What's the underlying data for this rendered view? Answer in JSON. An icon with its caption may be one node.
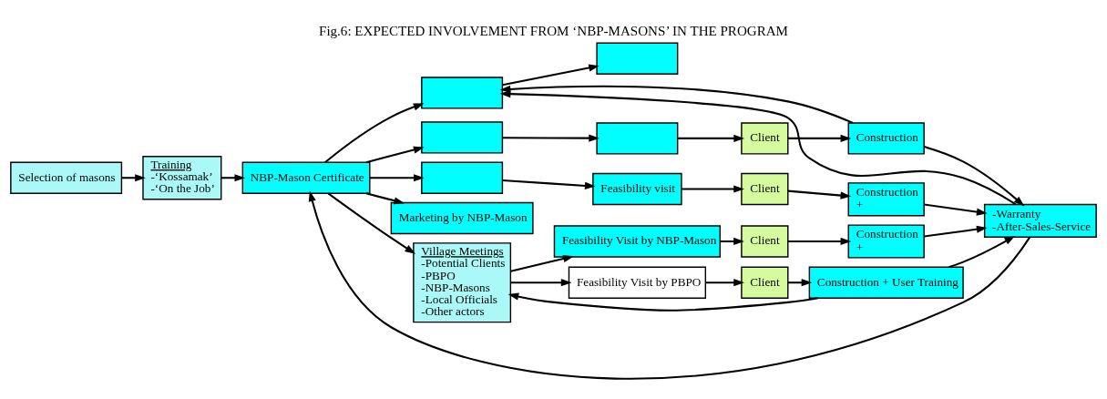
{
  "diagram": {
    "title": "Fig.6: EXPECTED INVOLVEMENT FROM ‘NBP-MASONS’ IN THE PROGRAM",
    "nodes": [
      {
        "text": [
          "Selection of masons"
        ]
      },
      {
        "text": [
          "Training",
          "-‘Kossamak’",
          "-‘On the Job’"
        ]
      },
      {
        "text": [
          "NBP-Mason Certificate"
        ]
      },
      {
        "text": [],
        "shape": "box"
      },
      {
        "text": [],
        "shape": "box"
      },
      {
        "text": [],
        "shape": "box"
      },
      {
        "text": [
          "Marketing by NBP-Mason"
        ]
      },
      {
        "text": [],
        "shape": "box"
      },
      {
        "text": [],
        "shape": "box"
      },
      {
        "text": [
          "Feasibility visit"
        ]
      },
      {
        "text": [
          "Village Meetings",
          "-Potential Clients",
          "-PBPO",
          "-NBP-Masons",
          "-Local Officials",
          "-Other actors"
        ]
      },
      {
        "text": [
          "Feasibility Visit by NBP-Mason"
        ]
      },
      {
        "text": [
          "Feasibility Visit by PBPO"
        ]
      },
      {
        "text": [
          "Client"
        ]
      },
      {
        "text": [
          "Client"
        ]
      },
      {
        "text": [
          "Client"
        ]
      },
      {
        "text": [
          "Client"
        ]
      },
      {
        "text": [
          "Construction"
        ]
      },
      {
        "text": [
          "Construction",
          "+"
        ]
      },
      {
        "text": [
          "Construction",
          "+"
        ]
      },
      {
        "text": [
          "Construction + User Training"
        ]
      },
      {
        "text": [
          "-Warranty",
          "-After-Sales-Service"
        ]
      }
    ],
    "edges": [
      {
        "from": 0,
        "to": 1,
        "arrow": "to"
      },
      {
        "from": 1,
        "to": 2,
        "arrow": "to"
      },
      {
        "from": 2,
        "to": 3,
        "arrow": "to"
      },
      {
        "from": 2,
        "to": 4,
        "arrow": "to"
      },
      {
        "from": 2,
        "to": 5,
        "arrow": "to"
      },
      {
        "from": 2,
        "to": 6,
        "arrow": "to"
      },
      {
        "from": 2,
        "to": 10,
        "arrow": "to"
      },
      {
        "from": 3,
        "to": 7,
        "arrow": "to"
      },
      {
        "from": 4,
        "to": 8,
        "arrow": "to"
      },
      {
        "from": 5,
        "to": 9,
        "arrow": "to"
      },
      {
        "from": 8,
        "to": 13,
        "arrow": "to"
      },
      {
        "from": 9,
        "to": 14,
        "arrow": "to"
      },
      {
        "from": 10,
        "to": 11,
        "arrow": "to"
      },
      {
        "from": 10,
        "to": 12,
        "arrow": "to"
      },
      {
        "from": 11,
        "to": 15,
        "arrow": "to"
      },
      {
        "from": 12,
        "to": 16,
        "arrow": "to"
      },
      {
        "from": 13,
        "to": 17,
        "arrow": "to"
      },
      {
        "from": 14,
        "to": 18,
        "arrow": "to"
      },
      {
        "from": 15,
        "to": 19,
        "arrow": "to"
      },
      {
        "from": 16,
        "to": 20,
        "arrow": "to"
      },
      {
        "from": 17,
        "to": 21,
        "arrow": "to"
      },
      {
        "from": 18,
        "to": 21,
        "arrow": "to"
      },
      {
        "from": 19,
        "to": 21,
        "arrow": "to"
      },
      {
        "from": 20,
        "to": 21,
        "arrow": "to"
      },
      {
        "from": 21,
        "to": 2,
        "arrow": "to"
      },
      {
        "from": 21,
        "to": 3,
        "arrow": "to"
      },
      {
        "from": 17,
        "to": 3,
        "arrow": "to"
      },
      {
        "from": 20,
        "to": 10,
        "arrow": "to"
      }
    ]
  }
}
